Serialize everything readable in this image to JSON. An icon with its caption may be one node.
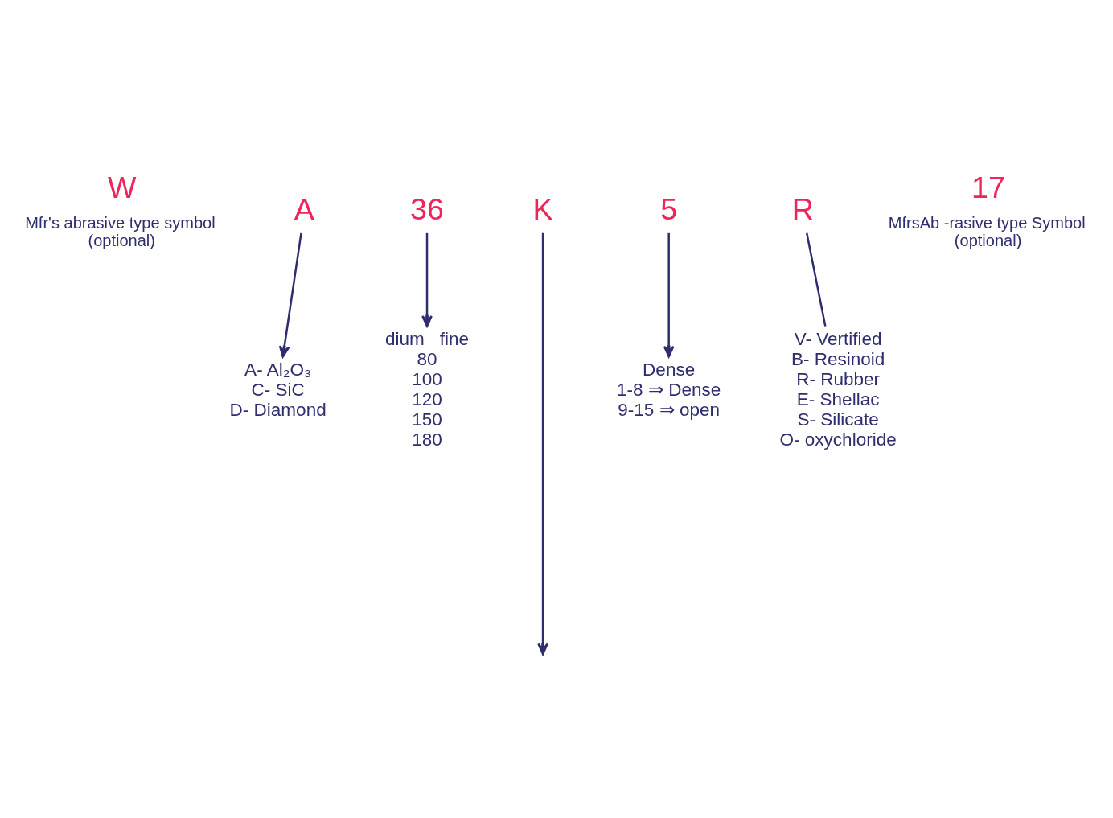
{
  "diagram": {
    "nodes": [
      {
        "text": [
          "W"
        ],
        "beside": [
          "Mfr's abrasive type symbol (optional)"
        ]
      },
      {
        "text": [
          "A"
        ]
      },
      {
        "text": [
          "36"
        ]
      },
      {
        "text": [
          "K"
        ]
      },
      {
        "text": [
          "5"
        ]
      },
      {
        "text": [
          "R"
        ]
      },
      {
        "text": [
          "17"
        ],
        "beside": [
          "MfrsAb -rasive type Symbol (optional)"
        ]
      },
      {
        "text": [
          "A- Al₂O₃",
          "C- SiC",
          "D- Diamond"
        ]
      },
      {
        "text": [
          "dium",
          "fine",
          "80",
          "100",
          "120",
          "150",
          "180"
        ]
      },
      {
        "text": [
          "Dense",
          "1-8 ⇒ Dense",
          "9-15 ⇒ open"
        ]
      },
      {
        "text": [
          "V- Vertified",
          "B- Resinoid",
          "R- Rubber",
          "E- Shellac",
          "S- Silicate",
          "O- oxychloride"
        ]
      }
    ],
    "edges": [
      {
        "from": 1,
        "to": 7,
        "arrow": "to"
      },
      {
        "from": 2,
        "to": 8,
        "arrow": "to"
      },
      {
        "from": 3,
        "to": null,
        "arrow": "to"
      },
      {
        "from": 4,
        "to": 9,
        "arrow": "to"
      },
      {
        "from": 5,
        "to": 10,
        "arrow": "none"
      }
    ]
  }
}
